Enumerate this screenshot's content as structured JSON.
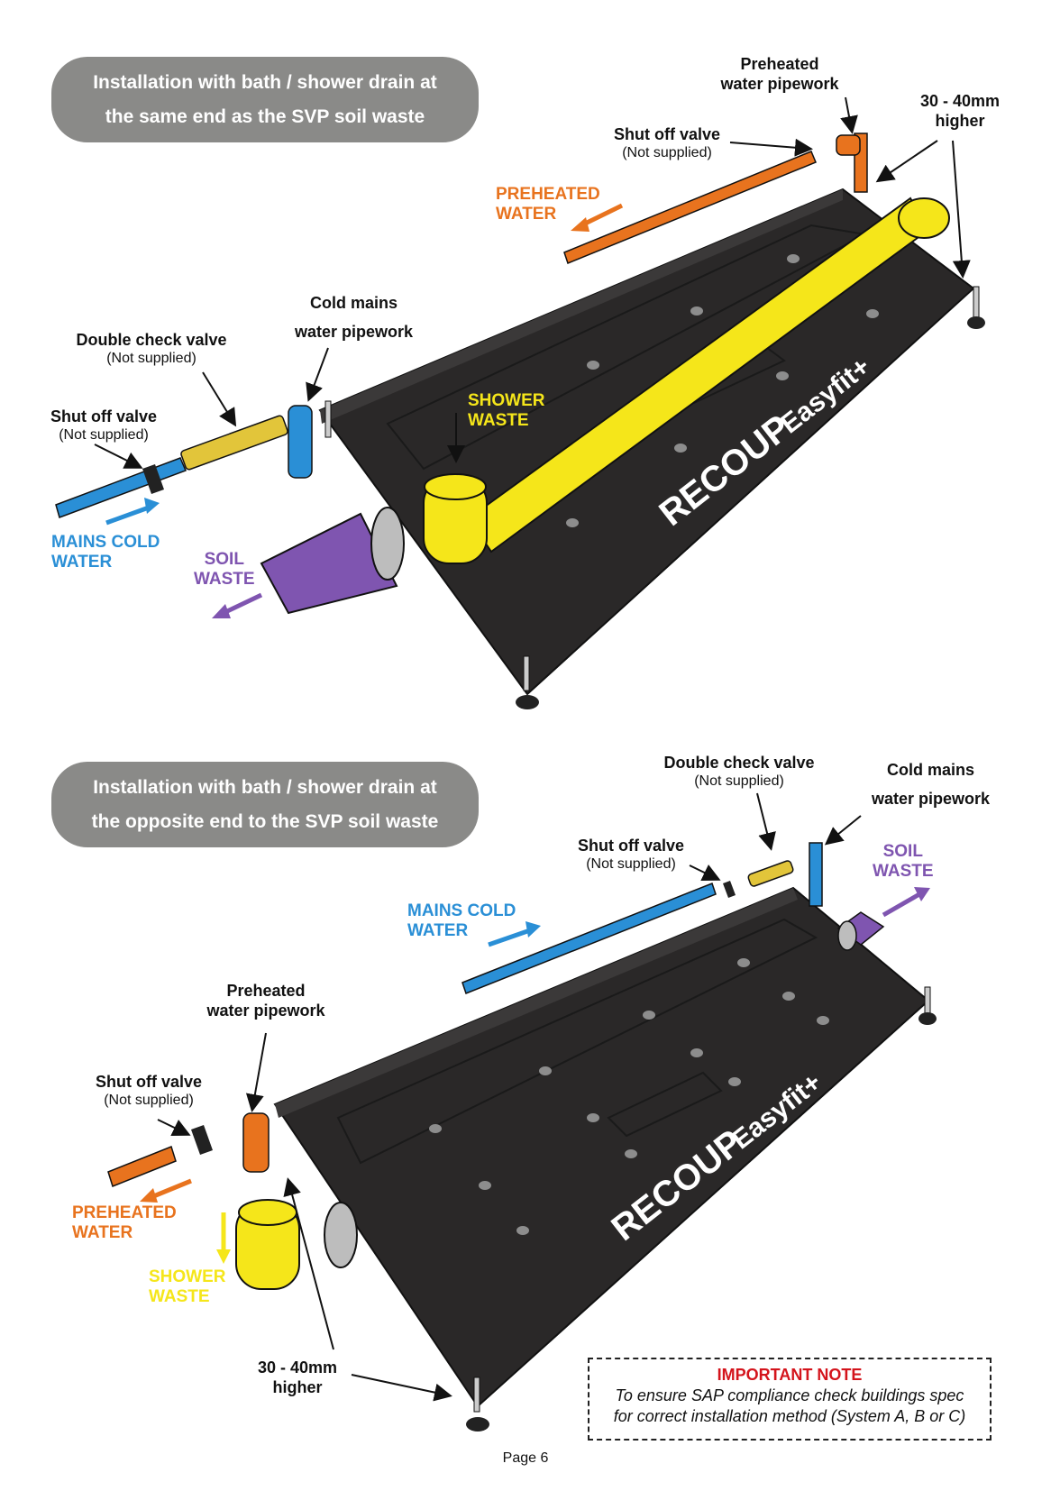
{
  "diagram1": {
    "title_line1": "Installation with bath / shower drain at",
    "title_line2": "the same end as the SVP soil waste",
    "labels": {
      "preheated_pipework_1": "Preheated",
      "preheated_pipework_2": "water pipework",
      "higher_1": "30 - 40mm",
      "higher_2": "higher",
      "shutoff_top": "Shut off valve",
      "shutoff_top_sub": "(Not supplied)",
      "cold_mains_1": "Cold mains",
      "cold_mains_2": "water pipework",
      "double_check": "Double check valve",
      "double_check_sub": "(Not supplied)",
      "shutoff_left": "Shut off valve",
      "shutoff_left_sub": "(Not supplied)"
    },
    "flows": {
      "preheated_1": "PREHEATED",
      "preheated_2": "WATER",
      "shower_1": "SHOWER",
      "shower_2": "WASTE",
      "mains_1": "MAINS COLD",
      "mains_2": "WATER",
      "soil_1": "SOIL",
      "soil_2": "WASTE"
    },
    "brand": "RECOUP",
    "product": "Easyfit+"
  },
  "diagram2": {
    "title_line1": "Installation with bath / shower drain at",
    "title_line2": "the opposite end to the SVP soil waste",
    "labels": {
      "double_check": "Double check valve",
      "double_check_sub": "(Not supplied)",
      "cold_mains_1": "Cold mains",
      "cold_mains_2": "water pipework",
      "shutoff_top": "Shut off valve",
      "shutoff_top_sub": "(Not supplied)",
      "preheated_pipework_1": "Preheated",
      "preheated_pipework_2": "water pipework",
      "shutoff_left": "Shut off valve",
      "shutoff_left_sub": "(Not supplied)",
      "higher_1": "30 - 40mm",
      "higher_2": "higher"
    },
    "flows": {
      "soil_1": "SOIL",
      "soil_2": "WASTE",
      "mains_1": "MAINS COLD",
      "mains_2": "WATER",
      "preheated_1": "PREHEATED",
      "preheated_2": "WATER",
      "shower_1": "SHOWER",
      "shower_2": "WASTE"
    },
    "brand": "RECOUP",
    "product": "Easyfit+"
  },
  "note": {
    "title": "IMPORTANT NOTE",
    "line1": "To ensure SAP compliance check buildings spec",
    "line2": "for correct installation method (System A, B or C)"
  },
  "page_label": "Page 6",
  "colors": {
    "pill": "#8a8a88",
    "tray": "#2a2828",
    "cold": "#2a8fd6",
    "preheated": "#e8731e",
    "shower": "#f5e61a",
    "soil": "#7f55b0",
    "note_title": "#d4141c",
    "brand_green": "#2fa84f"
  }
}
